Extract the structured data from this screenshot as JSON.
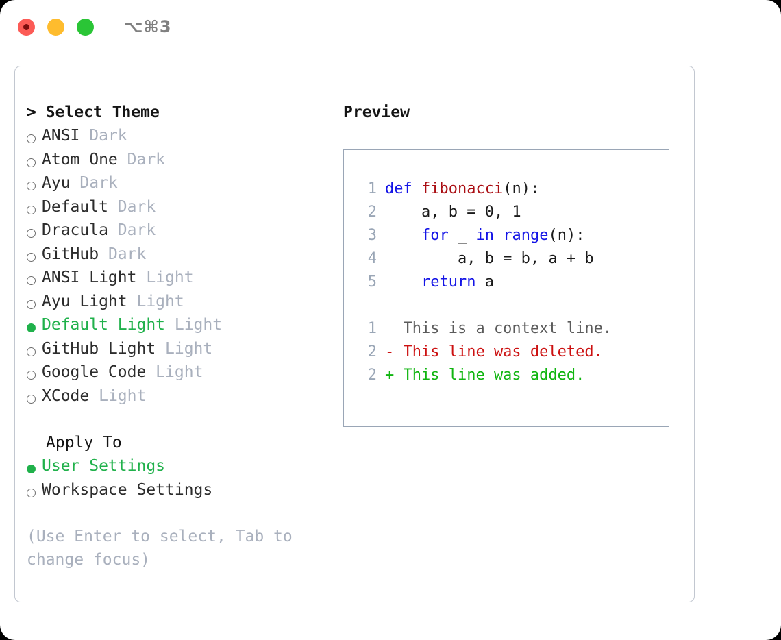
{
  "titlebar": {
    "shortcut": "⌥⌘3",
    "lights": [
      {
        "name": "close",
        "color": "#fc5b56"
      },
      {
        "name": "minimize",
        "color": "#febc2e"
      },
      {
        "name": "maximize",
        "color": "#2ac536"
      }
    ]
  },
  "theme_picker": {
    "header": "> Select Theme",
    "items": [
      {
        "name": "ANSI",
        "tag": "Dark",
        "selected": false
      },
      {
        "name": "Atom One",
        "tag": "Dark",
        "selected": false
      },
      {
        "name": "Ayu",
        "tag": "Dark",
        "selected": false
      },
      {
        "name": "Default",
        "tag": "Dark",
        "selected": false
      },
      {
        "name": "Dracula",
        "tag": "Dark",
        "selected": false
      },
      {
        "name": "GitHub",
        "tag": "Dark",
        "selected": false
      },
      {
        "name": "ANSI Light",
        "tag": "Light",
        "selected": false
      },
      {
        "name": "Ayu Light",
        "tag": "Light",
        "selected": false
      },
      {
        "name": "Default Light",
        "tag": "Light",
        "selected": true
      },
      {
        "name": "GitHub Light",
        "tag": "Light",
        "selected": false
      },
      {
        "name": "Google Code",
        "tag": "Light",
        "selected": false
      },
      {
        "name": "XCode",
        "tag": "Light",
        "selected": false
      }
    ]
  },
  "apply_to": {
    "header": "Apply To",
    "items": [
      {
        "name": "User Settings",
        "selected": true
      },
      {
        "name": "Workspace Settings",
        "selected": false
      }
    ]
  },
  "hint": "(Use Enter to select, Tab to change focus)",
  "preview": {
    "header": "Preview",
    "code_lines": [
      {
        "no": "1",
        "tokens": [
          {
            "t": "def",
            "c": "kw"
          },
          {
            "t": " ",
            "c": "plain"
          },
          {
            "t": "fibonacci",
            "c": "fn"
          },
          {
            "t": "(n):",
            "c": "plain"
          }
        ]
      },
      {
        "no": "2",
        "tokens": [
          {
            "t": "    a, b = 0, 1",
            "c": "plain"
          }
        ]
      },
      {
        "no": "3",
        "tokens": [
          {
            "t": "    ",
            "c": "plain"
          },
          {
            "t": "for",
            "c": "kw"
          },
          {
            "t": " _ ",
            "c": "plain"
          },
          {
            "t": "in",
            "c": "kw"
          },
          {
            "t": " ",
            "c": "plain"
          },
          {
            "t": "range",
            "c": "kw"
          },
          {
            "t": "(n):",
            "c": "plain"
          }
        ]
      },
      {
        "no": "4",
        "tokens": [
          {
            "t": "        a, b = b, a + b",
            "c": "plain"
          }
        ]
      },
      {
        "no": "5",
        "tokens": [
          {
            "t": "    ",
            "c": "plain"
          },
          {
            "t": "return",
            "c": "kw"
          },
          {
            "t": " a",
            "c": "plain"
          }
        ]
      }
    ],
    "diff_lines": [
      {
        "no": "1",
        "text": "  This is a context line.",
        "kind": "ctx"
      },
      {
        "no": "2",
        "text": "- This line was deleted.",
        "kind": "del"
      },
      {
        "no": "2",
        "text": "+ This line was added.",
        "kind": "add"
      }
    ]
  },
  "colors": {
    "accent_green": "#20b14b",
    "keyword_blue": "#1414e6",
    "function_red": "#aa0e13",
    "diff_delete": "#cc1111",
    "diff_add": "#10b510",
    "muted": "#a9b0bd"
  }
}
